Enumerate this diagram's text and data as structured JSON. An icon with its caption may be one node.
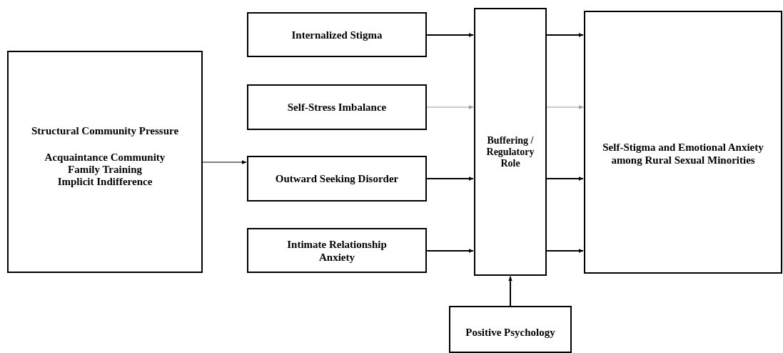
{
  "diagram": {
    "nodes": [
      {
        "text": [
          "Structural Community Pressure",
          "Acquaintance Community",
          "Family Training",
          "Implicit Indifference"
        ]
      },
      {
        "text": [
          "Internalized Stigma"
        ]
      },
      {
        "text": [
          "Self-Stress Imbalance"
        ]
      },
      {
        "text": [
          "Outward Seeking Disorder"
        ]
      },
      {
        "text": [
          "Intimate Relationship Anxiety"
        ]
      },
      {
        "text": [
          "Buffering / Regulatory Role"
        ]
      },
      {
        "text": [
          "Self-Stigma and Emotional Anxiety among Rural Sexual Minorities"
        ]
      },
      {
        "text": [
          "Positive Psychology"
        ]
      }
    ],
    "edges": [
      {
        "from": 0,
        "to": 3,
        "arrow": "to"
      },
      {
        "from": 1,
        "to": 5,
        "arrow": "to"
      },
      {
        "from": 2,
        "to": 5,
        "arrow": "to",
        "color": "#999999"
      },
      {
        "from": 3,
        "to": 5,
        "arrow": "to"
      },
      {
        "from": 4,
        "to": 5,
        "arrow": "to"
      },
      {
        "from": 5,
        "to": 6,
        "arrow": "to"
      },
      {
        "from": 5,
        "to": 6,
        "arrow": "to",
        "color": "#999999"
      },
      {
        "from": 5,
        "to": 6,
        "arrow": "to"
      },
      {
        "from": 5,
        "to": 6,
        "arrow": "to"
      },
      {
        "from": 7,
        "to": 5,
        "arrow": "to"
      }
    ]
  }
}
